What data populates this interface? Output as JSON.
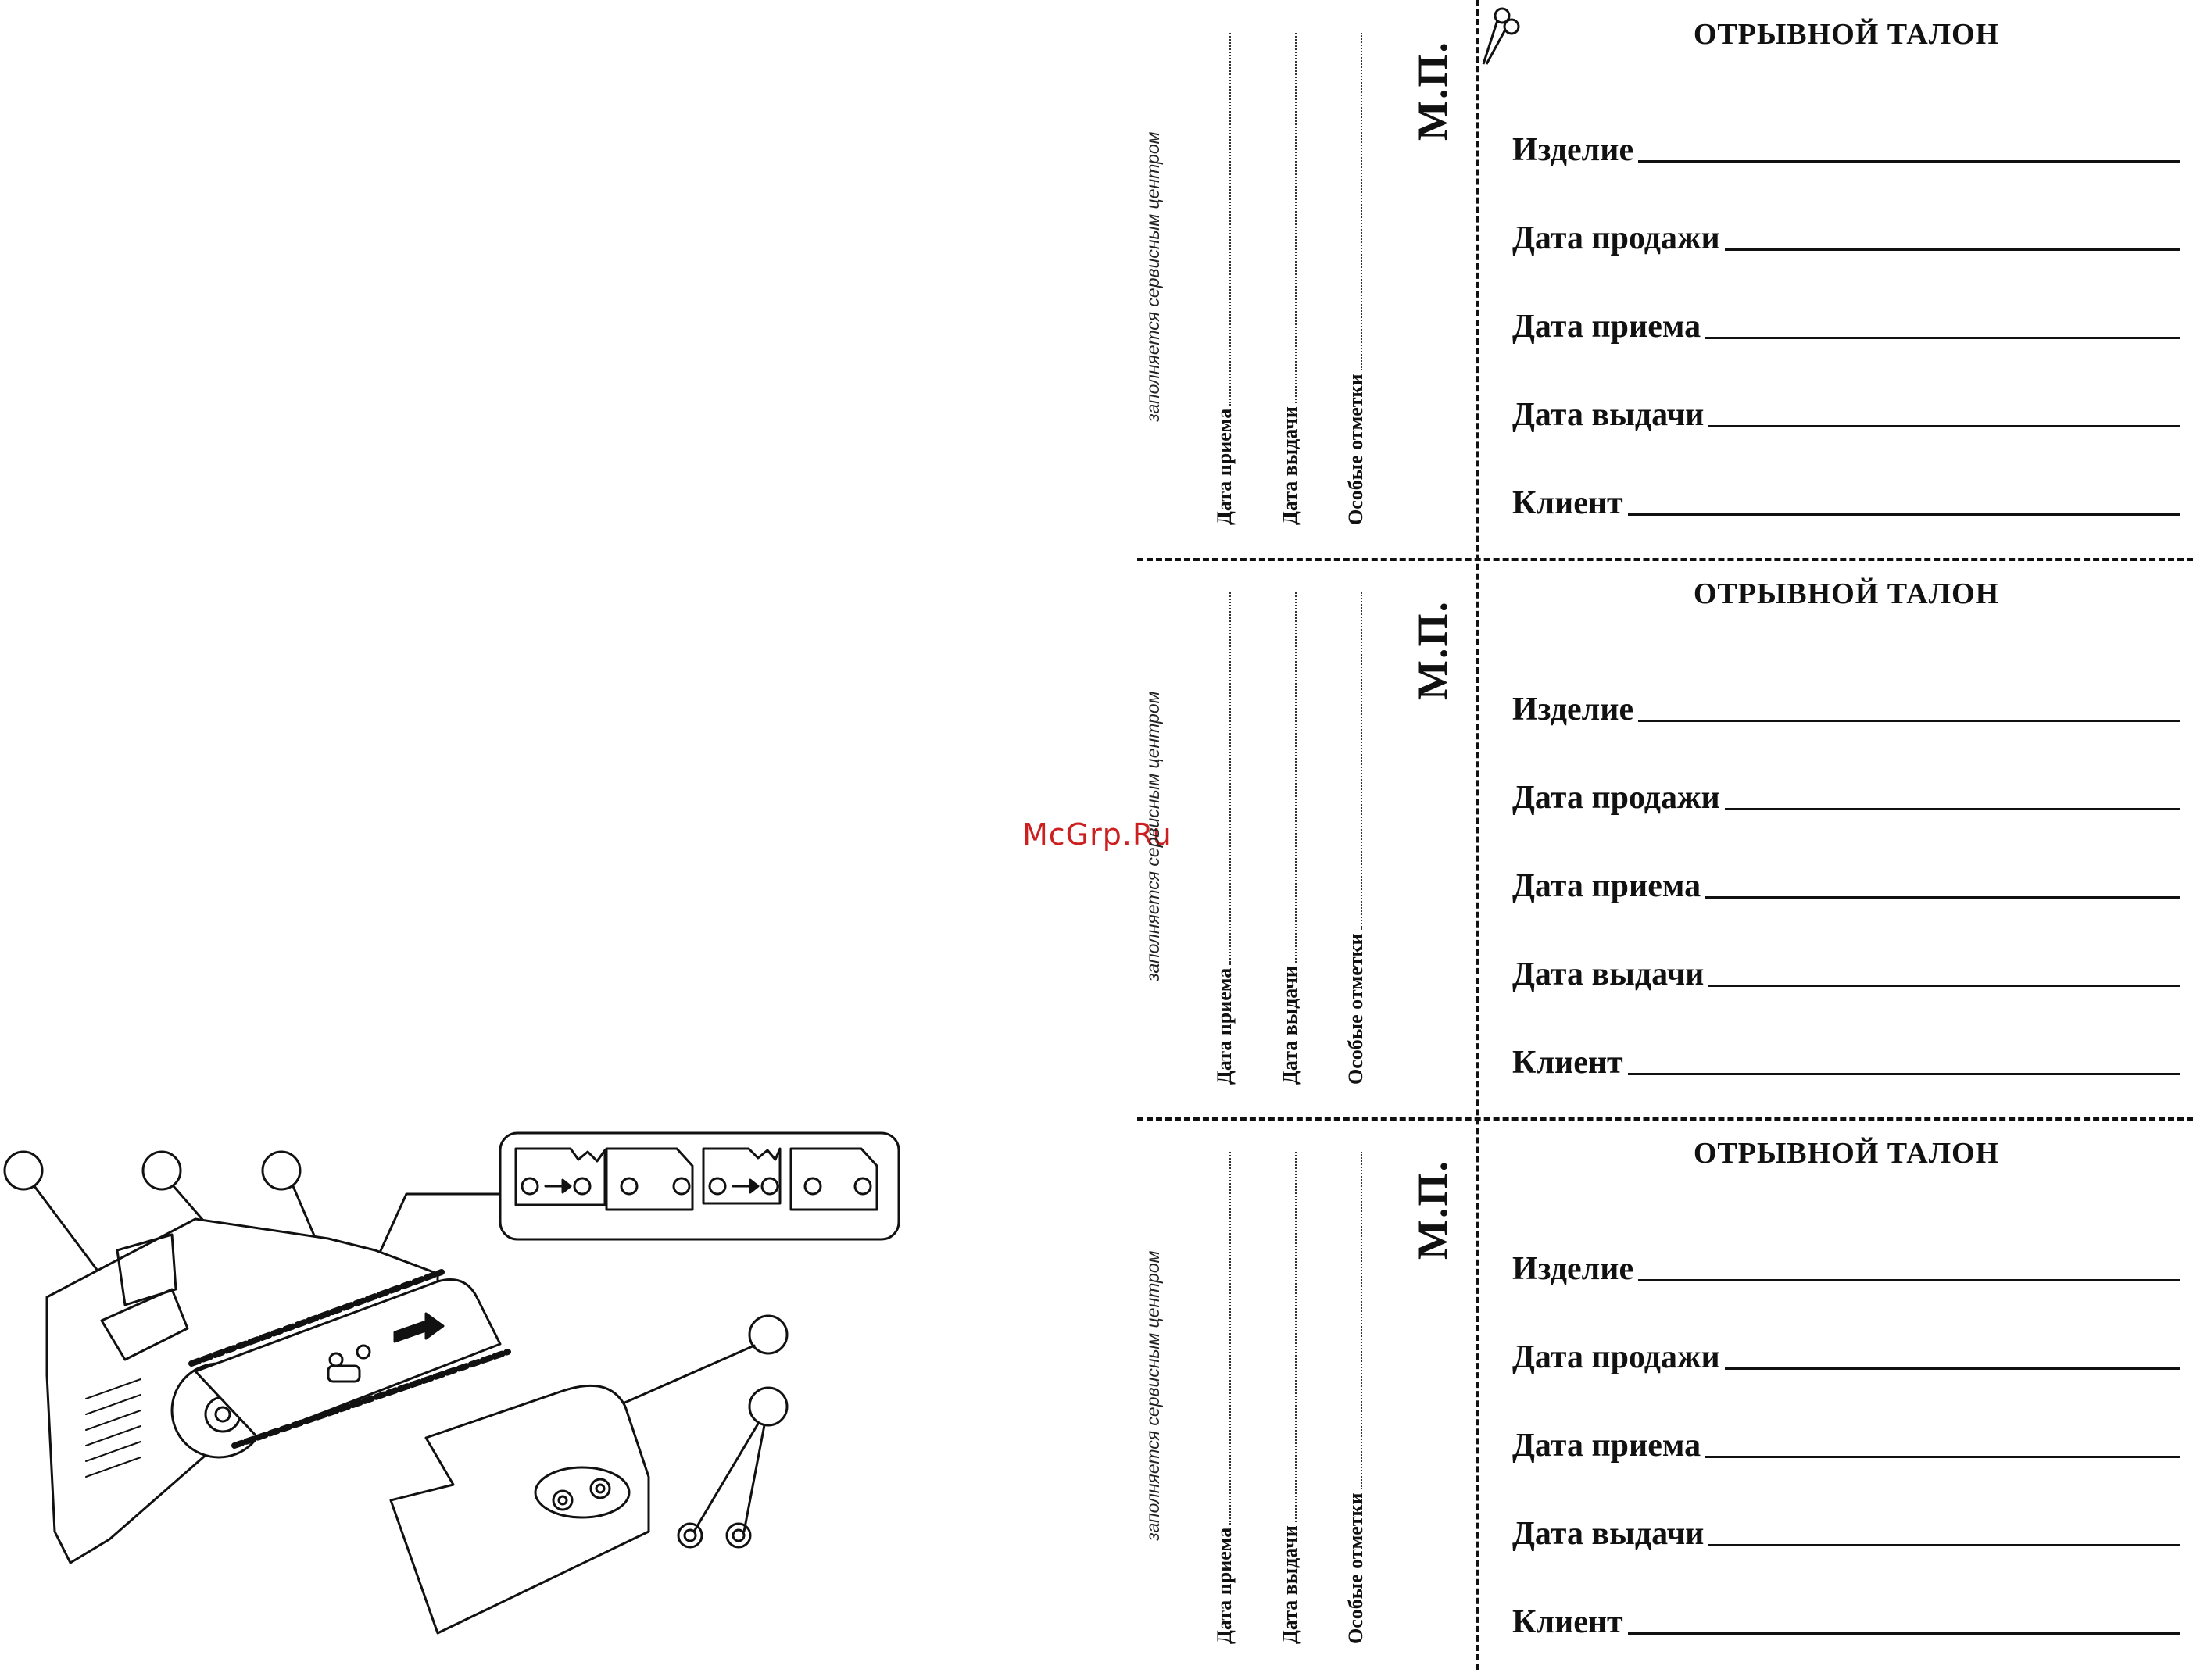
{
  "watermark": "McGrp.Ru",
  "coupons": [
    {
      "title": "ОТРЫВНОЙ ТАЛОН",
      "fields": [
        "Изделие",
        "Дата продажи",
        "Дата приема",
        "Дата выдачи",
        "Клиент"
      ],
      "service": {
        "note": "заполняется сервисным центром",
        "fields": [
          "Дата приема",
          "Дата выдачи",
          "Особые отметки"
        ],
        "stamp": "М.П."
      }
    },
    {
      "title": "ОТРЫВНОЙ ТАЛОН",
      "fields": [
        "Изделие",
        "Дата продажи",
        "Дата приема",
        "Дата выдачи",
        "Клиент"
      ],
      "service": {
        "note": "заполняется сервисным центром",
        "fields": [
          "Дата приема",
          "Дата выдачи",
          "Особые отметки"
        ],
        "stamp": "М.П."
      }
    },
    {
      "title": "ОТРЫВНОЙ ТАЛОН",
      "fields": [
        "Изделие",
        "Дата продажи",
        "Дата приема",
        "Дата выдачи",
        "Клиент"
      ],
      "service": {
        "note": "заполняется сервисным центром",
        "fields": [
          "Дата приема",
          "Дата выдачи",
          "Особые отметки"
        ],
        "stamp": "М.П."
      }
    }
  ]
}
